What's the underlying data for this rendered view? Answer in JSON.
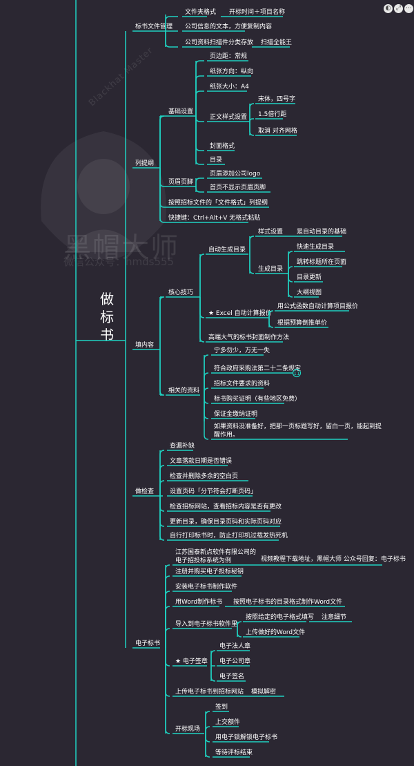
{
  "colors": {
    "background": "#2b2732",
    "line": "#1fd2c1",
    "text": "#ffffff",
    "badge": "#1fd2c1"
  },
  "watermark": {
    "brand": "黑帽大师",
    "subtitle": "微信公众号：hmds555",
    "arc": "Blackhat Master"
  },
  "toolbar": [
    {
      "icon": "theme-icon"
    },
    {
      "icon": "expand-icon"
    },
    {
      "icon": "more-icon"
    }
  ],
  "root": {
    "label": "做标书",
    "children": [
      {
        "label": "标书文件管理",
        "children": [
          {
            "label": "文件夹格式",
            "children": [
              {
                "label": "开标时间＋项目名称"
              }
            ]
          },
          {
            "label": "公司信息的文本，方便复制内容"
          },
          {
            "label": "公司资料扫描件分类存放",
            "children": [
              {
                "label": "扫描全能王"
              }
            ]
          }
        ]
      },
      {
        "label": "列提纲",
        "children": [
          {
            "label": "基础设置",
            "children": [
              {
                "label": "页边距：常规"
              },
              {
                "label": "纸张方向：纵向"
              },
              {
                "label": "纸张大小：A4"
              },
              {
                "label": "正文样式设置",
                "children": [
                  {
                    "label": "宋体，四号字"
                  },
                  {
                    "label": "1.5倍行距"
                  },
                  {
                    "label": "取消 对齐网格"
                  }
                ]
              },
              {
                "label": "封面格式"
              },
              {
                "label": "目录"
              }
            ]
          },
          {
            "label": "页眉页脚",
            "children": [
              {
                "label": "页眉添加公司logo"
              },
              {
                "label": "首页不显示页眉页脚"
              }
            ]
          },
          {
            "label": "按照招标文件的「文件格式」列提纲"
          },
          {
            "label": "快捷键：Ctrl+Alt+V 无格式粘贴"
          }
        ]
      },
      {
        "label": "填内容",
        "children": [
          {
            "label": "核心技巧",
            "children": [
              {
                "label": "自动生成目录",
                "children": [
                  {
                    "label": "样式设置",
                    "children": [
                      {
                        "label": "是自动目录的基础"
                      }
                    ]
                  },
                  {
                    "label": "生成目录",
                    "children": [
                      {
                        "label": "快速生成目录"
                      },
                      {
                        "label": "跳转标题所在页面"
                      },
                      {
                        "label": "目录更新"
                      },
                      {
                        "label": "大纲视图"
                      }
                    ]
                  }
                ]
              },
              {
                "label": "★ Excel 自动计算报价",
                "children": [
                  {
                    "label": "用公式函数自动计算项目报价"
                  },
                  {
                    "label": "根据预算倒推单价"
                  }
                ]
              },
              {
                "label": "高端大气的标书封面制作方法"
              }
            ]
          },
          {
            "label": "相关的资料",
            "children": [
              {
                "label": "宁多勿少，万无一失"
              },
              {
                "label": "符合政府采购法第二十二条规定",
                "badge": "11"
              },
              {
                "label": "招标文件要求的资料"
              },
              {
                "label": "标书购买证明（有些地区免费）"
              },
              {
                "label": "保证金缴纳证明"
              },
              {
                "label": "如果资料没准备好，把那一页标题写好，留白一页，能起到提醒作用。"
              }
            ]
          }
        ]
      },
      {
        "label": "做检查",
        "children": [
          {
            "label": "查漏补缺"
          },
          {
            "label": "文章落款日期是否错误"
          },
          {
            "label": "检查并删除多余的空白页"
          },
          {
            "label": "设置页码「分节符会打断页码」"
          },
          {
            "label": "检查招标网站，查看招标内容是否有更改"
          },
          {
            "label": "更新目录，确保目录页码和实际页码对应"
          },
          {
            "label": "自行打印标书时，防止打印机过载发热死机"
          }
        ]
      },
      {
        "label": "电子标书",
        "children": [
          {
            "label": "江苏国泰新点软件有限公司的电子招投标系统为例",
            "children": [
              {
                "label": "视频教程下载地址，黑帽大师 公众号回复：电子标书"
              }
            ]
          },
          {
            "label": "注册并购买电子投标秘钥"
          },
          {
            "label": "安装电子标书制作软件"
          },
          {
            "label": "用Word制作标书",
            "children": [
              {
                "label": "按照电子标书的目录格式制作Word文件"
              }
            ]
          },
          {
            "label": "导入到电子标书软件里",
            "children": [
              {
                "label": "按照给定的电子格式填写",
                "children": [
                  {
                    "label": "注意细节"
                  }
                ]
              },
              {
                "label": "上传做好的Word文件"
              }
            ]
          },
          {
            "label": "★ 电子签章",
            "children": [
              {
                "label": "电子法人章"
              },
              {
                "label": "电子公司章"
              },
              {
                "label": "电子签名"
              }
            ]
          },
          {
            "label": "上传电子标书到招标网站",
            "children": [
              {
                "label": "模拟解密"
              }
            ]
          },
          {
            "label": "开标现场",
            "children": [
              {
                "label": "签到"
              },
              {
                "label": "上交额件"
              },
              {
                "label": "用电子锁解锁电子标书"
              },
              {
                "label": "等待评标结束"
              }
            ]
          }
        ]
      }
    ]
  }
}
